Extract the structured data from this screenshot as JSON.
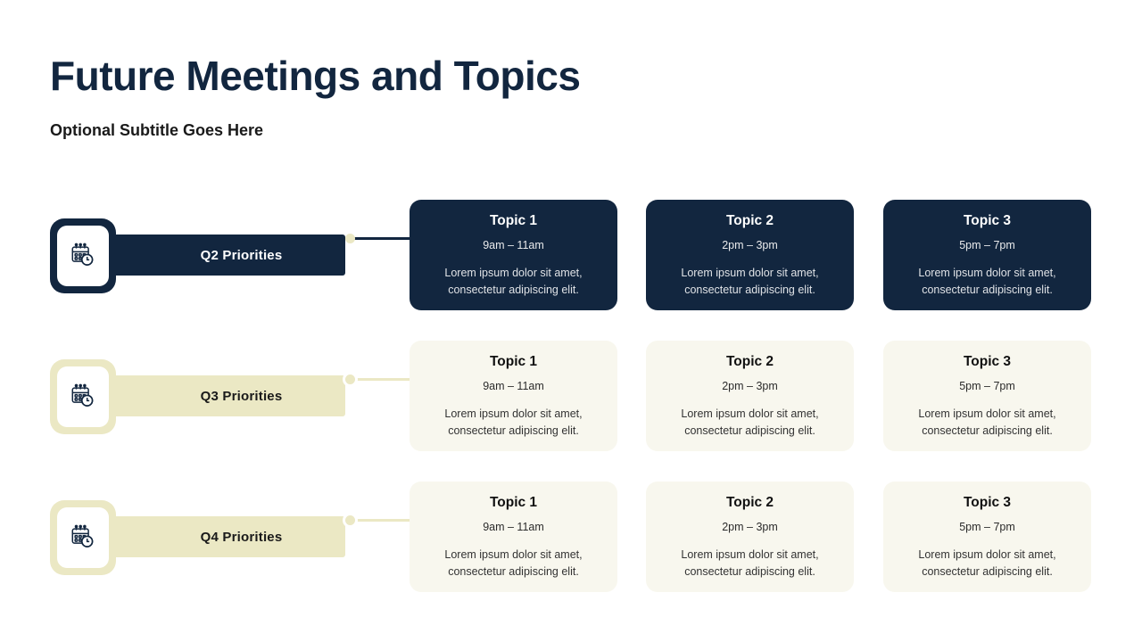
{
  "header": {
    "title": "Future Meetings and Topics",
    "subtitle": "Optional Subtitle Goes Here"
  },
  "colors": {
    "navy": "#12263f",
    "khaki": "#ebe8c4",
    "ivory": "#f8f7ee",
    "white": "#ffffff",
    "subtitle_text": "#1a1a1a"
  },
  "icons": {
    "calendar_clock": "calendar-clock-icon"
  },
  "rows": [
    {
      "id": "q2",
      "theme": "dark",
      "label": "Q2 Priorities",
      "icon": "calendar-clock-icon",
      "cards": [
        {
          "title": "Topic 1",
          "time": "9am – 11am",
          "desc_line1": "Lorem ipsum dolor sit amet,",
          "desc_line2": "consectetur adipiscing elit."
        },
        {
          "title": "Topic 2",
          "time": "2pm – 3pm",
          "desc_line1": "Lorem ipsum dolor sit amet,",
          "desc_line2": "consectetur adipiscing elit."
        },
        {
          "title": "Topic 3",
          "time": "5pm – 7pm",
          "desc_line1": "Lorem ipsum dolor sit amet,",
          "desc_line2": "consectetur adipiscing elit."
        }
      ]
    },
    {
      "id": "q3",
      "theme": "light",
      "label": "Q3 Priorities",
      "icon": "calendar-clock-icon",
      "cards": [
        {
          "title": "Topic 1",
          "time": "9am – 11am",
          "desc_line1": "Lorem ipsum dolor sit amet,",
          "desc_line2": "consectetur adipiscing elit."
        },
        {
          "title": "Topic 2",
          "time": "2pm – 3pm",
          "desc_line1": "Lorem ipsum dolor sit amet,",
          "desc_line2": "consectetur adipiscing elit."
        },
        {
          "title": "Topic 3",
          "time": "5pm – 7pm",
          "desc_line1": "Lorem ipsum dolor sit amet,",
          "desc_line2": "consectetur adipiscing elit."
        }
      ]
    },
    {
      "id": "q4",
      "theme": "light",
      "label": "Q4 Priorities",
      "icon": "calendar-clock-icon",
      "cards": [
        {
          "title": "Topic 1",
          "time": "9am – 11am",
          "desc_line1": "Lorem ipsum dolor sit amet,",
          "desc_line2": "consectetur adipiscing elit."
        },
        {
          "title": "Topic 2",
          "time": "2pm – 3pm",
          "desc_line1": "Lorem ipsum dolor sit amet,",
          "desc_line2": "consectetur adipiscing elit."
        },
        {
          "title": "Topic 3",
          "time": "5pm – 7pm",
          "desc_line1": "Lorem ipsum dolor sit amet,",
          "desc_line2": "consectetur adipiscing elit."
        }
      ]
    }
  ]
}
